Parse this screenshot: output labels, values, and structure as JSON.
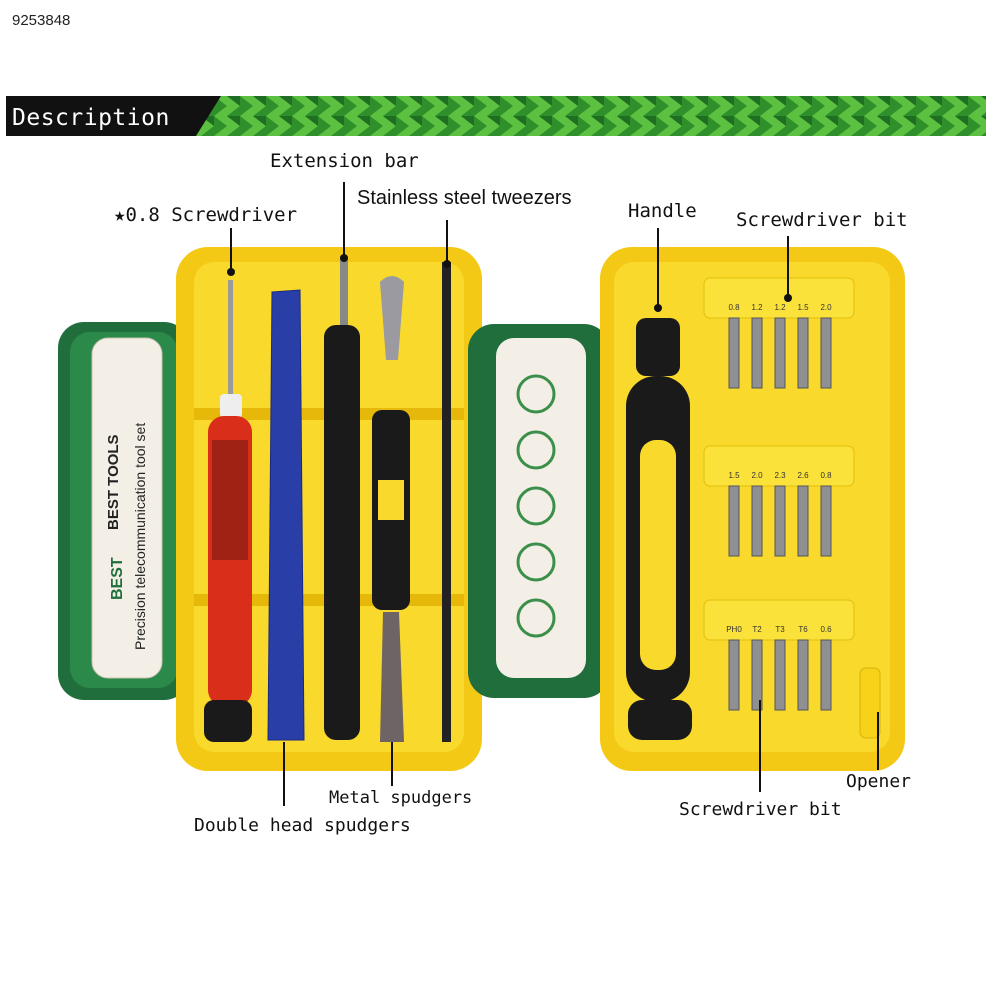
{
  "product_id": "9253848",
  "header": {
    "title": "Description"
  },
  "labels": {
    "extension_bar": "Extension bar",
    "screwdriver_08": "★0.8 Screwdriver",
    "tweezers": "Stainless steel tweezers",
    "handle": "Handle",
    "screwdriver_bit_top": "Screwdriver bit",
    "metal_spudgers": "Metal spudgers",
    "double_head_spudgers": "Double head spudgers",
    "opener": "Opener",
    "screwdriver_bit_bottom": "Screwdriver bit"
  },
  "case_card": {
    "brand": "BEST",
    "title": "BEST TOOLS",
    "subtitle": "Precision telecommunication tool set"
  },
  "bit_rows": [
    [
      "0.8",
      "1.2",
      "1.2",
      "1.5",
      "2.0"
    ],
    [
      "1.5",
      "2.0",
      "2.3",
      "2.6",
      "0.8"
    ],
    [
      "PH0",
      "T2",
      "T3",
      "T6",
      "0.6"
    ]
  ],
  "colors": {
    "case_yellow": "#f7d219",
    "case_green": "#1f6e3c",
    "banner_green": "#3fa534",
    "banner_dark": "#111111"
  }
}
